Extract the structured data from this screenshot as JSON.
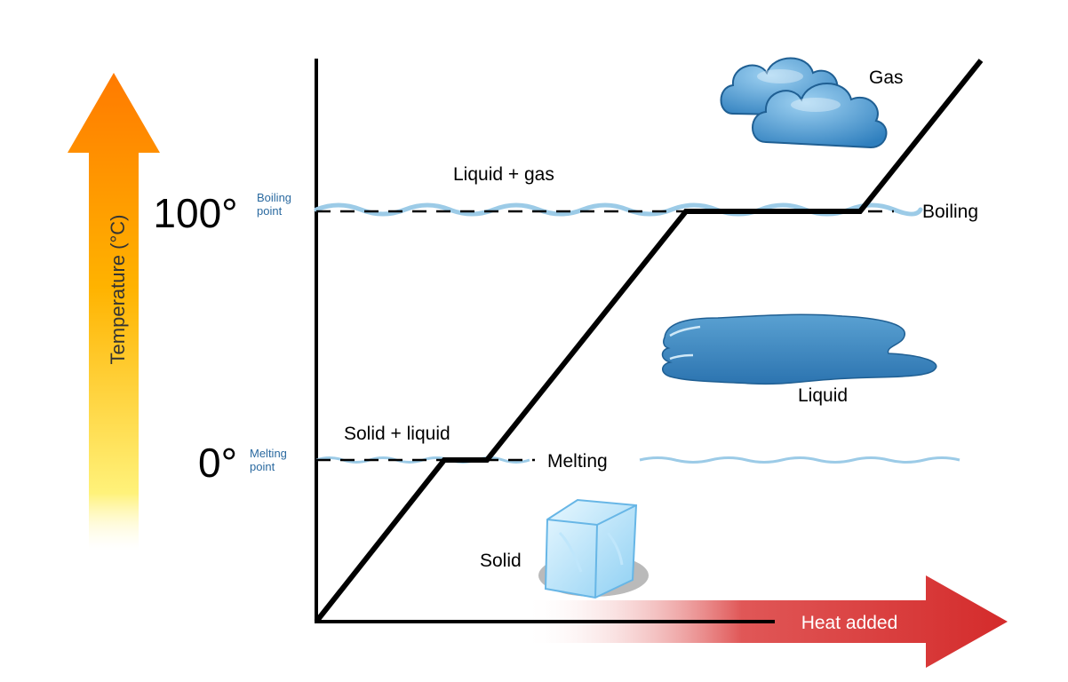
{
  "temperature_axis": {
    "label": "Temperature (°C)"
  },
  "heat_axis": {
    "label": "Heat added"
  },
  "levels": {
    "boiling": {
      "value_label": "100°",
      "point_label_line1": "Boiling",
      "point_label_line2": "point",
      "side_label": "Boiling"
    },
    "melting": {
      "value_label": "0°",
      "point_label_line1": "Melting",
      "point_label_line2": "point",
      "side_label": "Melting"
    }
  },
  "region_labels": {
    "gas": "Gas",
    "liquid_gas": "Liquid + gas",
    "liquid": "Liquid",
    "solid_liquid": "Solid + liquid",
    "solid": "Solid"
  },
  "icons": {
    "gas": "cloud-icon",
    "liquid": "water-puddle-icon",
    "solid": "ice-cube-icon"
  },
  "colors": {
    "temperature_arrow_top": "#ff7a00",
    "temperature_arrow_bottom": "#fff27a",
    "heat_arrow": "#d42b2b",
    "wave": "#8fc3e3",
    "level_label": "#2b6aa0",
    "curve": "#000000"
  }
}
